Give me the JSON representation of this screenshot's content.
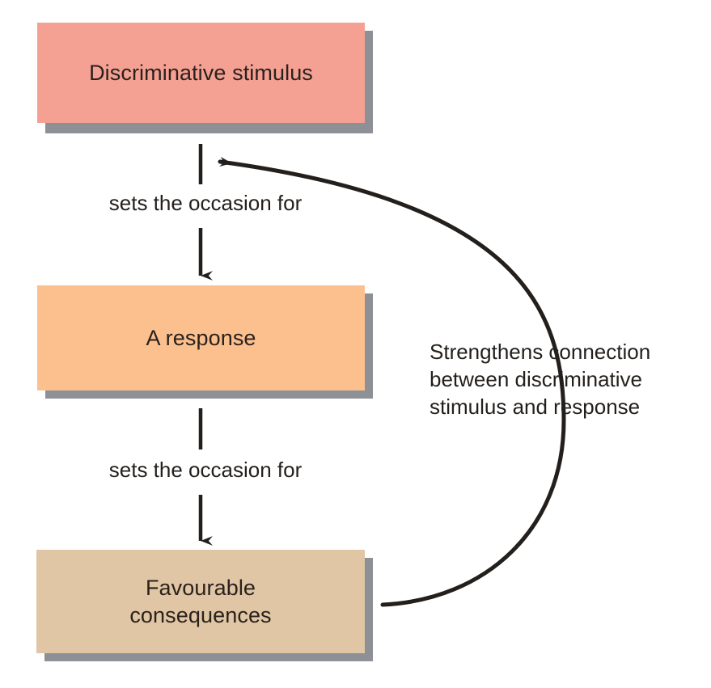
{
  "diagram": {
    "title": "Operant conditioning three-term contingency",
    "background_color": "#ffffff",
    "shadow_color": "#8d9196",
    "line_color": "#231f1c",
    "nodes": [
      {
        "id": "stimulus",
        "label": "Discriminative stimulus",
        "color": "#f4a093",
        "name": "node-discriminative-stimulus"
      },
      {
        "id": "response",
        "label": "A response",
        "color": "#fcc08f",
        "name": "node-a-response"
      },
      {
        "id": "consequences",
        "label_line_1": "Favourable",
        "label_line_2": "consequences",
        "color": "#e0c6a4",
        "name": "node-favourable-consequences"
      }
    ],
    "connectors": [
      {
        "id": "occasion-1",
        "label": "sets the occasion for",
        "from": "stimulus",
        "to": "response"
      },
      {
        "id": "occasion-2",
        "label": "sets the occasion for",
        "from": "response",
        "to": "consequences"
      }
    ],
    "feedback": {
      "id": "feedback-loop",
      "from": "consequences",
      "to": "stimulus",
      "caption_line_1": "Strengthens connection",
      "caption_line_2": "between discriminative",
      "caption_line_3": "stimulus and response"
    }
  }
}
